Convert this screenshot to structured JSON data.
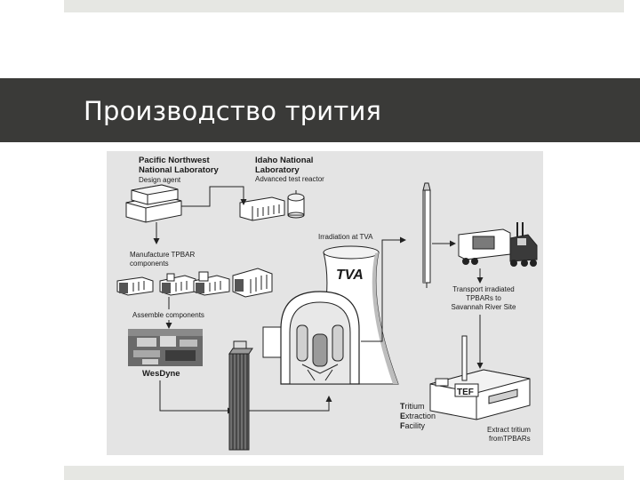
{
  "slide": {
    "title": "Производство трития"
  },
  "diagram": {
    "pnnl_line1": "Pacific Northwest",
    "pnnl_line2": "National Laboratory",
    "pnnl_role": "Design agent",
    "idaho_line1": "Idaho National",
    "idaho_line2": "Laboratory",
    "idaho_role": "Advanced test reactor",
    "manufacture_line1": "Manufacture TPBAR",
    "manufacture_line2": "components",
    "assemble": "Assemble components",
    "wesdyne": "WesDyne",
    "irradiation": "Irradiation at TVA",
    "tva_logo": "TVA",
    "transport_line1": "Transport irradiated",
    "transport_line2": "TPBARs to",
    "transport_line3": "Savannah River Site",
    "tef_t": "T",
    "tef_t_rest": "ritium",
    "tef_e": "E",
    "tef_e_rest": "xtraction",
    "tef_f": "F",
    "tef_f_rest": "acility",
    "tef_sign": "TEF",
    "extract_line1": "Extract tritium",
    "extract_line2": "fromTPBARs"
  }
}
